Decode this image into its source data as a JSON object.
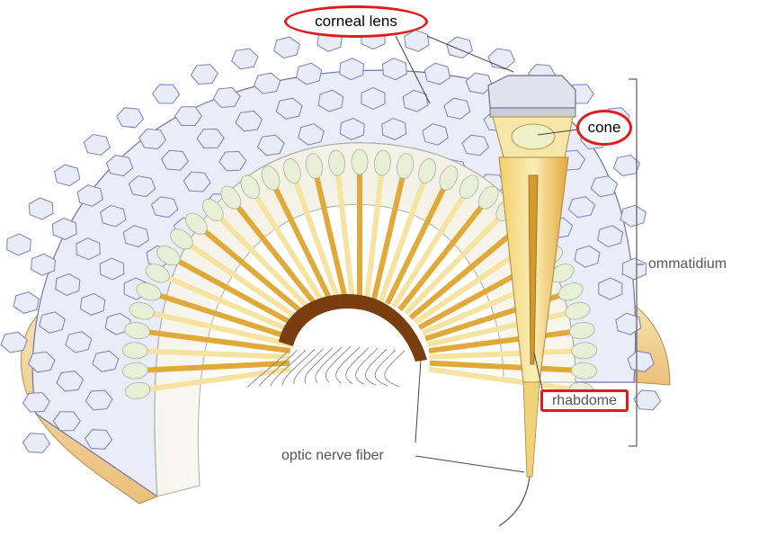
{
  "labels": {
    "corneal_lens": "corneal lens",
    "cone": "cone",
    "rhabdome": "rhabdome",
    "ommatidium": "ommatidium",
    "optic_nerve_fiber": "optic nerve fiber"
  },
  "colors": {
    "highlight": "#e01b1b",
    "facet_fill": "#e8ecf7",
    "facet_edge": "#7d7fb8",
    "yellow_light": "#f6e3a1",
    "yellow_dark": "#e0a93a",
    "base_tan": "#f2d39a",
    "nerve_brown": "#7a3d10",
    "leader": "#444444"
  }
}
